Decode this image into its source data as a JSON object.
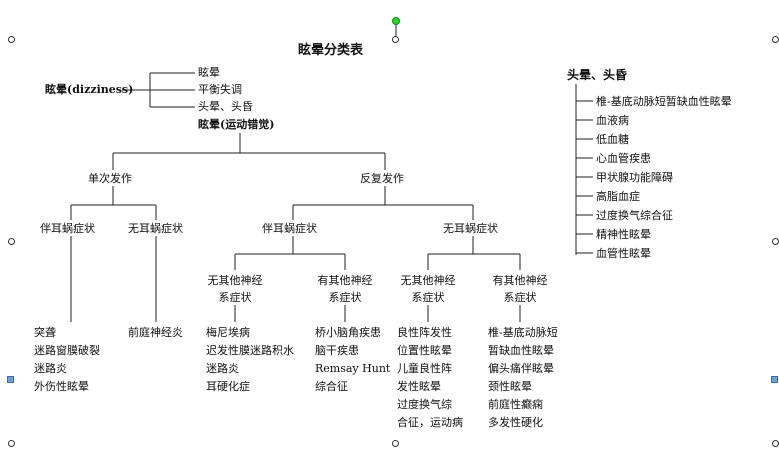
{
  "title": "眩晕分类表",
  "root": {
    "label": "眩晕(dizziness)",
    "branches": [
      "眩晕",
      "平衡失调",
      "头晕、头昏"
    ],
    "main": "眩晕(运动错觉)"
  },
  "level1": {
    "single": "单次发作",
    "recurrent": "反复发作"
  },
  "single": {
    "with": "伴耳蜗症状",
    "without": "无耳蜗症状",
    "with_items": [
      "突聋",
      "迷路窗膜破裂",
      "迷路炎",
      "外伤性眩晕"
    ],
    "without_items": [
      "前庭神经炎"
    ]
  },
  "recurrent": {
    "with": "伴耳蜗症状",
    "without": "无耳蜗症状",
    "with_no_other": [
      "无其他神经",
      "系症状"
    ],
    "with_other": [
      "有其他神经",
      "系症状"
    ],
    "without_no_other": [
      "无其他神经",
      "系症状"
    ],
    "without_other": [
      "有其他神经",
      "系症状"
    ],
    "with_no_other_items": [
      "梅尼埃病",
      "迟发性膜迷路积水",
      "迷路炎",
      "耳硬化症"
    ],
    "with_other_items": [
      "桥小脑角疾患",
      "脑干疾患",
      "Remsay Hunt",
      "综合征"
    ],
    "without_no_other_items": [
      "良性阵发性",
      "位置性眩晕",
      "儿童良性阵",
      "发性眩晕",
      "过度换气综",
      "合征，运动病"
    ],
    "without_other_items": [
      "椎-基底动脉短",
      "暂缺血性眩晕",
      "偏头痛伴眩晕",
      "颈性眩晕",
      "前庭性癫痫",
      "多发性硬化"
    ]
  },
  "dizzy": {
    "title": "头晕、头昏",
    "items": [
      "椎-基底动脉短暂缺血性眩晕",
      "血液病",
      "低血糖",
      "心血管疾患",
      "甲状腺功能障碍",
      "高脂血症",
      "过度换气综合征",
      "精神性眩晕",
      "血管性眩晕"
    ]
  },
  "colors": {
    "line": "#222222",
    "handle_green": "#28d428",
    "handle_blue": "#6ea0d8"
  }
}
